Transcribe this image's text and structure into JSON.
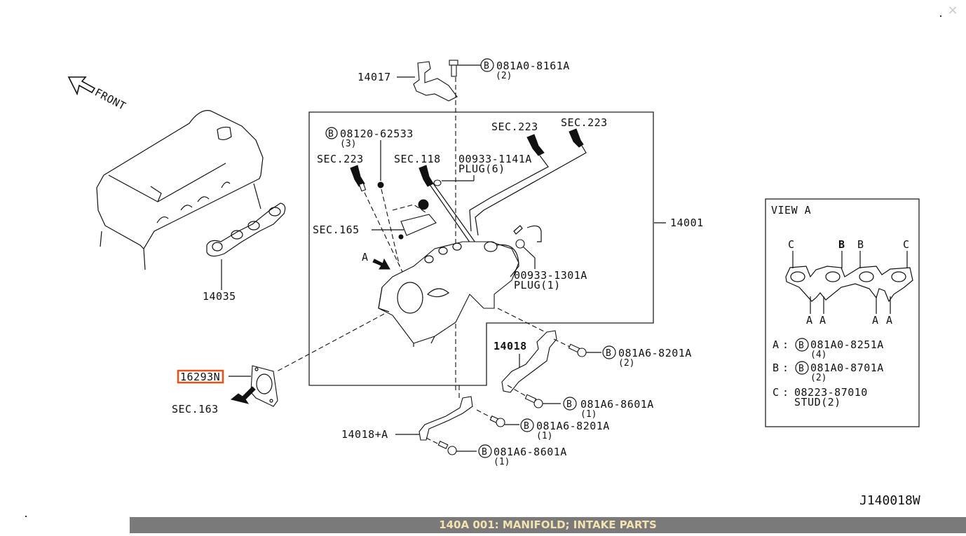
{
  "window": {
    "close_label": "×"
  },
  "footer": {
    "title": "140A 001: MANIFOLD; INTAKE PARTS",
    "text_color": "#f3e3b0",
    "background": "#7a7a7a"
  },
  "diagram": {
    "code": "J140018W",
    "front_label": "FRONT",
    "view_a_arrow_label": "A",
    "highlight_color": "#e8501a",
    "callouts": {
      "p14017": "14017",
      "p14035": "14035",
      "p14001": "14001",
      "p14018": "14018",
      "p14018a": "14018+A",
      "p16293n": "16293N",
      "bolt_top": {
        "part": "081A0-8161A",
        "qty": "(2)"
      },
      "bolt_08120": {
        "part": "08120-62533",
        "qty": "(3)"
      },
      "plug6": {
        "part": "00933-1141A",
        "desc": "PLUG(6)"
      },
      "plug1": {
        "part": "00933-1301A",
        "desc": "PLUG(1)"
      },
      "bolt_8201_2": {
        "part": "081A6-8201A",
        "qty": "(2)"
      },
      "bolt_8601_1a": {
        "part": "081A6-8601A",
        "qty": "(1)"
      },
      "bolt_8201_1": {
        "part": "081A6-8201A",
        "qty": "(1)"
      },
      "bolt_8601_1b": {
        "part": "081A6-8601A",
        "qty": "(1)"
      },
      "sec223_a": "SEC.223",
      "sec223_b": "SEC.223",
      "sec223_c": "SEC.223",
      "sec118": "SEC.118",
      "sec165": "SEC.165",
      "sec163": "SEC.163",
      "circle_b": "B"
    },
    "view_a": {
      "title": "VIEW A",
      "top_labels": [
        "C",
        "B",
        "B",
        "C"
      ],
      "bottom_labels": [
        "A",
        "A",
        "A",
        "A"
      ],
      "legend": [
        {
          "key": "A",
          "sep": ":",
          "part": "081A0-8251A",
          "qty": "(4)",
          "has_b": true
        },
        {
          "key": "B",
          "sep": ":",
          "part": "081A0-8701A",
          "qty": "(2)",
          "has_b": true
        },
        {
          "key": "C",
          "sep": ":",
          "part": "08223-87010",
          "qty": "STUD(2)",
          "has_b": false
        }
      ]
    }
  }
}
